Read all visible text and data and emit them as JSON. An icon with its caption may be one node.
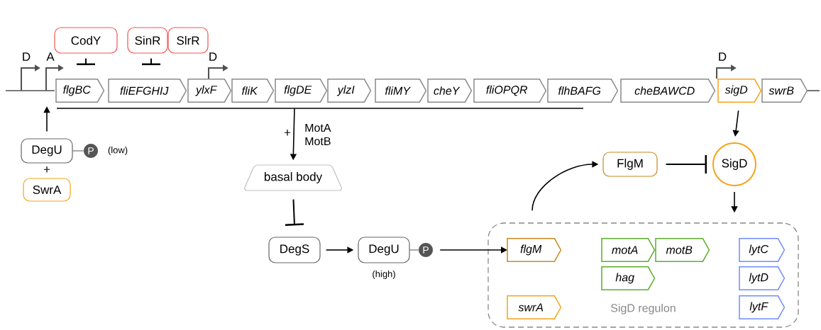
{
  "diagram": {
    "nodes": [
      {
        "text": [
          "CodY"
        ]
      },
      {
        "text": [
          "SinR"
        ]
      },
      {
        "text": [
          "SlrR"
        ]
      },
      {
        "text": [
          "flgBC"
        ]
      },
      {
        "text": [
          "fliEFGHIJ"
        ]
      },
      {
        "text": [
          "ylxF"
        ]
      },
      {
        "text": [
          "fliK"
        ]
      },
      {
        "text": [
          "flgDE"
        ]
      },
      {
        "text": [
          "ylzI"
        ]
      },
      {
        "text": [
          "fliMY"
        ]
      },
      {
        "text": [
          "cheY"
        ]
      },
      {
        "text": [
          "fliOPQR"
        ]
      },
      {
        "text": [
          "flhBAFG"
        ]
      },
      {
        "text": [
          "cheBAWCD"
        ]
      },
      {
        "text": [
          "sigD"
        ]
      },
      {
        "text": [
          "swrB"
        ]
      },
      {
        "text": [
          "DegU"
        ]
      },
      {
        "text": [
          "P"
        ],
        "beside": [
          "(low)"
        ]
      },
      {
        "text": [
          "SwrA"
        ]
      },
      {
        "text": [
          "basal body"
        ]
      },
      {
        "text": [
          "DegS"
        ]
      },
      {
        "text": [
          "DegU"
        ],
        "beside": [
          "(high)"
        ]
      },
      {
        "text": [
          "P"
        ]
      },
      {
        "text": [
          "FlgM"
        ]
      },
      {
        "text": [
          "SigD"
        ]
      },
      {
        "text": [
          "SigD regulon"
        ]
      },
      {
        "text": [
          "flgM"
        ],
        "in": 25
      },
      {
        "text": [
          "motA"
        ],
        "in": 25
      },
      {
        "text": [
          "motB"
        ],
        "in": 25
      },
      {
        "text": [
          "lytC"
        ],
        "in": 25
      },
      {
        "text": [
          "hag"
        ],
        "in": 25
      },
      {
        "text": [
          "lytD"
        ],
        "in": 25
      },
      {
        "text": [
          "swrA"
        ],
        "in": 25
      },
      {
        "text": [
          "lytF"
        ],
        "in": 25
      }
    ],
    "edges": [
      {
        "from": 0,
        "to": null,
        "arrow": "other"
      },
      {
        "from": 1,
        "to": null,
        "arrow": "other"
      },
      {
        "from": 16,
        "to": 17,
        "arrow": "none"
      },
      {
        "from": 16,
        "to": 3,
        "arrow": "to"
      },
      {
        "from": 7,
        "to": 19,
        "arrow": "to",
        "label": "MotA MotB"
      },
      {
        "from": 19,
        "to": 20,
        "arrow": "other"
      },
      {
        "from": 20,
        "to": 21,
        "arrow": "to"
      },
      {
        "from": 21,
        "to": 22,
        "arrow": "none"
      },
      {
        "from": 22,
        "to": 26,
        "arrow": "to"
      },
      {
        "from": 25,
        "to": 23,
        "arrow": "to"
      },
      {
        "from": 23,
        "to": 24,
        "arrow": "other"
      },
      {
        "from": 14,
        "to": 24,
        "arrow": "to"
      },
      {
        "from": 24,
        "to": 25,
        "arrow": "to"
      }
    ],
    "labels": [
      "D",
      "A",
      "D",
      "D",
      "+",
      "+"
    ]
  }
}
